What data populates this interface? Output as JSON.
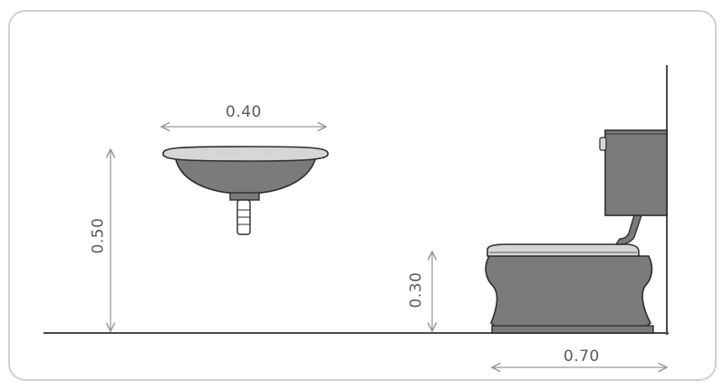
{
  "dimensions": {
    "basin_width": "0.40",
    "basin_height": "0.50",
    "toilet_seat_height": "0.30",
    "toilet_depth": "0.70"
  },
  "colors": {
    "fixture_fill": "#7d7b7a",
    "fixture_stroke": "#2e2e2e",
    "rim_fill": "#d6d6d4",
    "dimension_line": "#9a9a9a",
    "frame_border": "#cfcfcf",
    "floor_line": "#4a4a4a"
  },
  "icons": [
    "wash-basin-icon",
    "toilet-icon",
    "cistern-icon"
  ]
}
